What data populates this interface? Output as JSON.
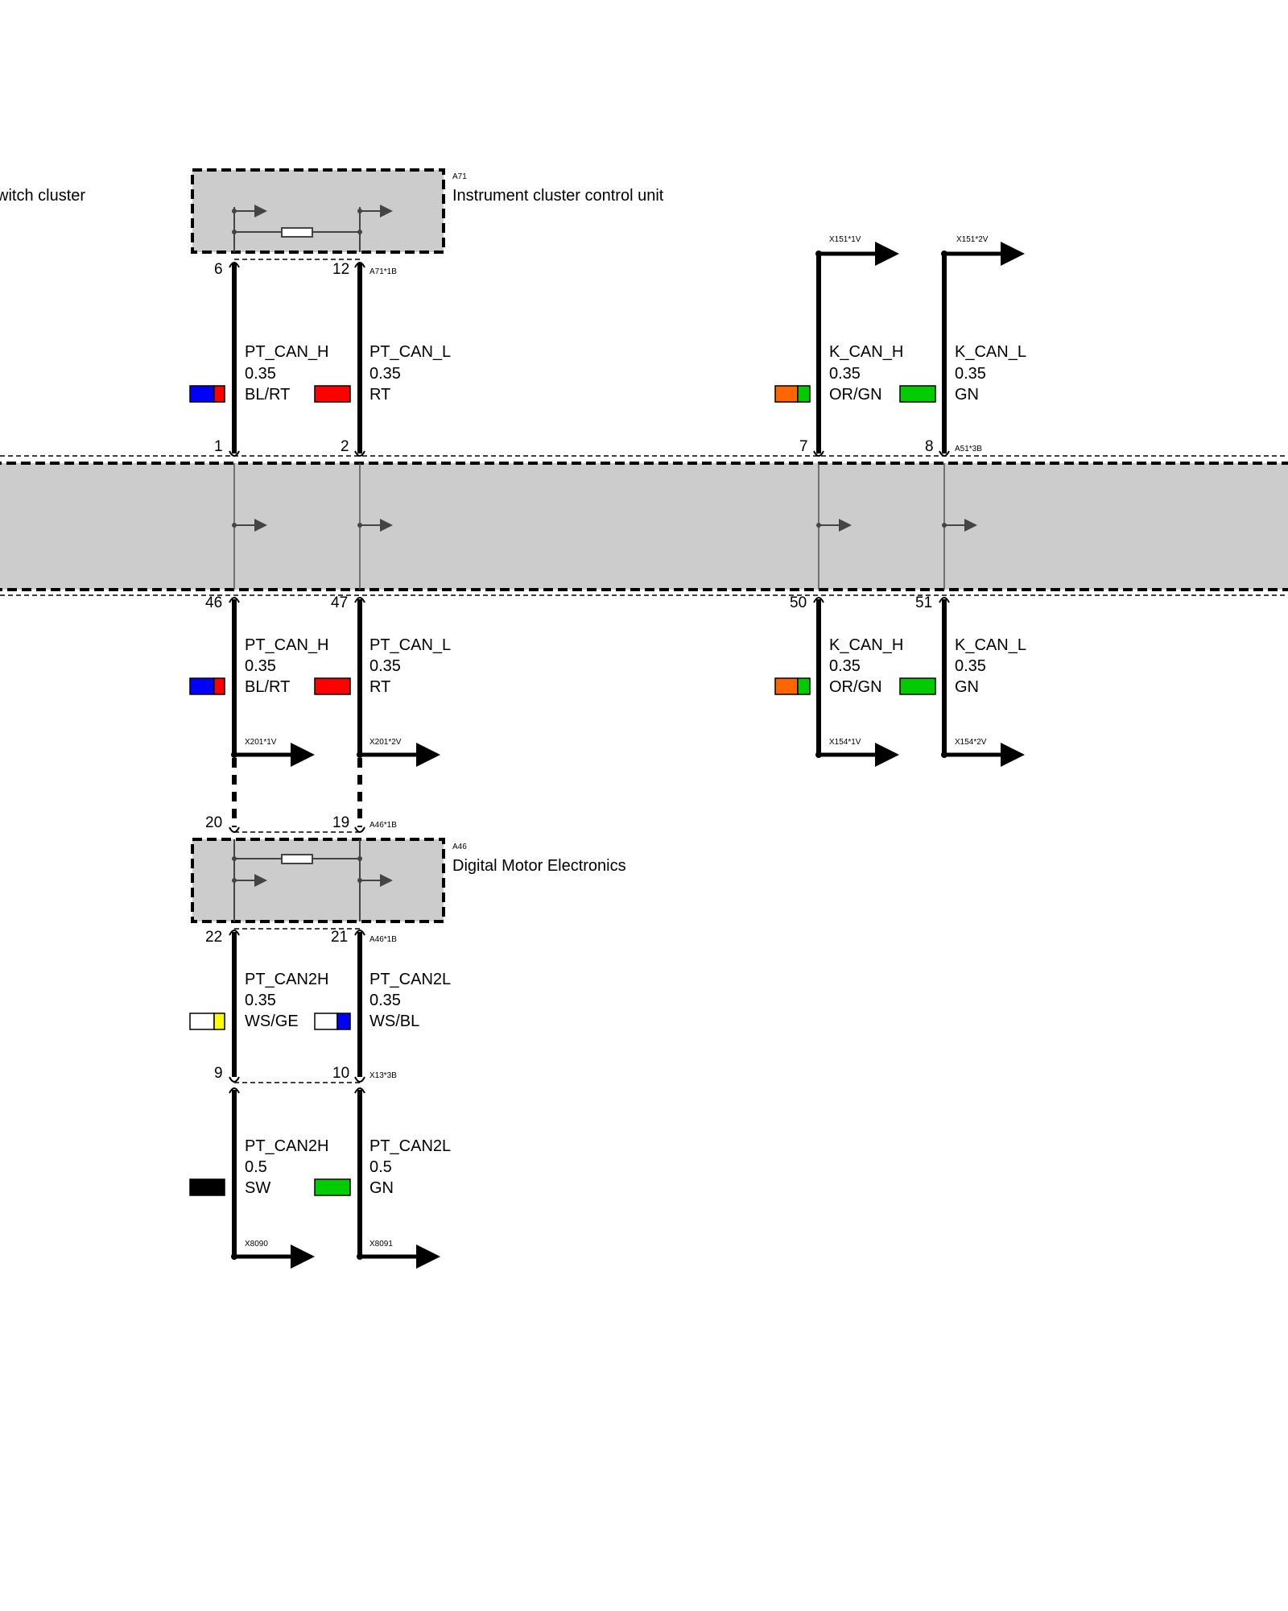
{
  "components": {
    "switch_cluster": {
      "name": "witch cluster"
    },
    "a71": {
      "code": "A71",
      "name": "Instrument cluster control unit",
      "connector": "A71*1B"
    },
    "a51": {
      "connector": "A51*3B"
    },
    "a46": {
      "code": "A46",
      "name": "Digital Motor Electronics",
      "connector_top": "A46*1B",
      "connector_bottom": "A46*1B"
    },
    "x13": {
      "connector": "X13*3B"
    }
  },
  "pins": {
    "a71_h": "6",
    "a71_l": "12",
    "a51_top_1": "1",
    "a51_top_2": "2",
    "a51_top_7": "7",
    "a51_top_8": "8",
    "a51_bot_46": "46",
    "a51_bot_47": "47",
    "a51_bot_50": "50",
    "a51_bot_51": "51",
    "a46_top_20": "20",
    "a46_top_19": "19",
    "a46_bot_22": "22",
    "a46_bot_21": "21",
    "x13_9": "9",
    "x13_10": "10"
  },
  "wires": {
    "w1_h": {
      "signal": "PT_CAN_H",
      "gauge": "0.35",
      "color": "BL/RT"
    },
    "w1_l": {
      "signal": "PT_CAN_L",
      "gauge": "0.35",
      "color": "RT"
    },
    "w1_kh": {
      "signal": "K_CAN_H",
      "gauge": "0.35",
      "color": "OR/GN"
    },
    "w1_kl": {
      "signal": "K_CAN_L",
      "gauge": "0.35",
      "color": "GN"
    },
    "w2_h": {
      "signal": "PT_CAN_H",
      "gauge": "0.35",
      "color": "BL/RT"
    },
    "w2_l": {
      "signal": "PT_CAN_L",
      "gauge": "0.35",
      "color": "RT"
    },
    "w2_kh": {
      "signal": "K_CAN_H",
      "gauge": "0.35",
      "color": "OR/GN"
    },
    "w2_kl": {
      "signal": "K_CAN_L",
      "gauge": "0.35",
      "color": "GN"
    },
    "w3_h": {
      "signal": "PT_CAN2H",
      "gauge": "0.35",
      "color": "WS/GE"
    },
    "w3_l": {
      "signal": "PT_CAN2L",
      "gauge": "0.35",
      "color": "WS/BL"
    },
    "w4_h": {
      "signal": "PT_CAN2H",
      "gauge": "0.5",
      "color": "SW"
    },
    "w4_l": {
      "signal": "PT_CAN2L",
      "gauge": "0.5",
      "color": "GN"
    }
  },
  "connectors": {
    "x151_1v": "X151*1V",
    "x151_2v": "X151*2V",
    "x201_1v": "X201*1V",
    "x201_2v": "X201*2V",
    "x154_1v": "X154*1V",
    "x154_2v": "X154*2V",
    "x8090": "X8090",
    "x8091": "X8091"
  },
  "colors": {
    "BL": "#0000ff",
    "RT": "#ff0000",
    "OR": "#ff6600",
    "GN": "#00cc00",
    "WS": "#ffffff",
    "GE": "#ffff00",
    "SW": "#000000",
    "module_fill": "#cccccc"
  }
}
